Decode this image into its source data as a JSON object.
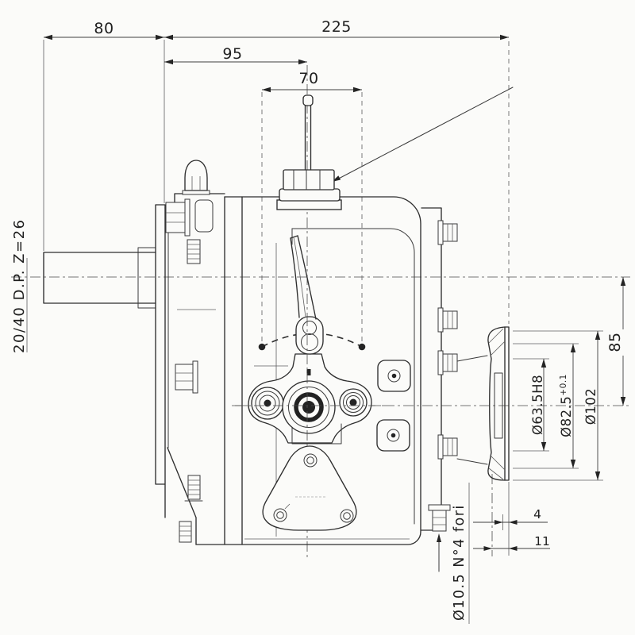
{
  "drawing": {
    "colors": {
      "ink": "#2e2e2e",
      "background": "#fbfbf9"
    },
    "dims": {
      "d80": "80",
      "d225": "225",
      "d95": "95",
      "d70": "70",
      "d85": "85",
      "d102": "Ø102",
      "d82": "Ø82.5",
      "d82_tol": "+0.1",
      "d63": "Ø63.5H8",
      "d4": "4",
      "d11": "11"
    },
    "notes": {
      "spline": "20/40 D.P. Z=26",
      "holes": "Ø10.5 N°4 fori"
    }
  }
}
